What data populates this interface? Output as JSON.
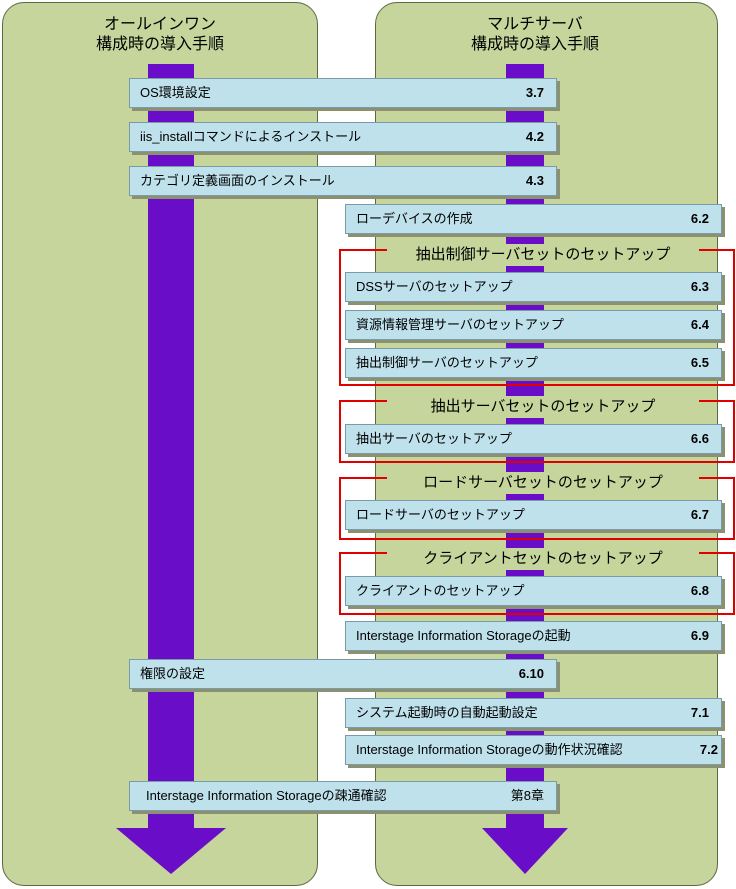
{
  "lanes": {
    "left": {
      "title_line1": "オールインワン",
      "title_line2": "構成時の導入手順"
    },
    "right": {
      "title_line1": "マルチサーバ",
      "title_line2": "構成時の導入手順"
    }
  },
  "steps": [
    {
      "label": "OS環境設定",
      "ref": "3.7"
    },
    {
      "label": "iis_installコマンドによるインストール",
      "ref": "4.2"
    },
    {
      "label": "カテゴリ定義画面のインストール",
      "ref": "4.3"
    },
    {
      "label": "ローデバイスの作成",
      "ref": "6.2"
    },
    {
      "label": "DSSサーバのセットアップ",
      "ref": "6.3"
    },
    {
      "label": "資源情報管理サーバのセットアップ",
      "ref": "6.4"
    },
    {
      "label": "抽出制御サーバのセットアップ",
      "ref": "6.5"
    },
    {
      "label": "抽出サーバのセットアップ",
      "ref": "6.6"
    },
    {
      "label": "ロードサーバのセットアップ",
      "ref": "6.7"
    },
    {
      "label": "クライアントのセットアップ",
      "ref": "6.8"
    },
    {
      "label": "Interstage Information Storageの起動",
      "ref": "6.9"
    },
    {
      "label": "権限の設定",
      "ref": "6.10"
    },
    {
      "label": "システム起動時の自動起動設定",
      "ref": "7.1"
    },
    {
      "label": "Interstage Information Storageの動作状況確認",
      "ref": "7.2"
    },
    {
      "label": "Interstage Information Storageの疎通確認",
      "ref": "第8章"
    }
  ],
  "groups": [
    {
      "title": "抽出制御サーバセットのセットアップ"
    },
    {
      "title": "抽出サーバセットのセットアップ"
    },
    {
      "title": "ロードサーバセットのセットアップ"
    },
    {
      "title": "クライアントセットのセットアップ"
    }
  ],
  "colors": {
    "lane": "#c5d59c",
    "arrow": "#6a0dc9",
    "step": "#bfe1ec",
    "group_border": "#e00000"
  }
}
